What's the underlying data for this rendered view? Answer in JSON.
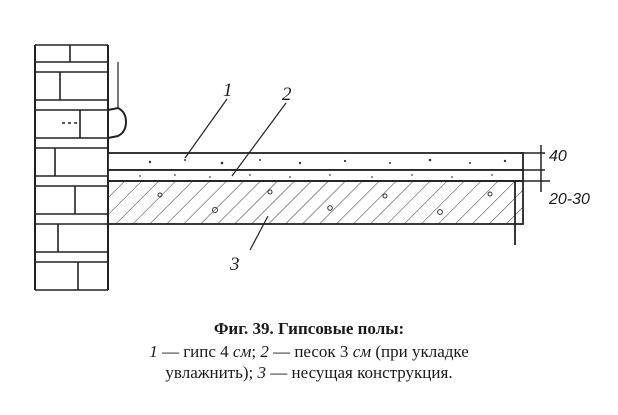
{
  "figure": {
    "labels": {
      "gypsum": "1",
      "sand": "2",
      "structure": "3"
    },
    "dimensions": {
      "top": "40",
      "bottom": "20-30"
    },
    "caption": {
      "title": "Фиг. 39. Гипсовые полы:",
      "items": [
        {
          "num": "1",
          "text": " — гипс 4 ",
          "unit": "см",
          "sep": "; "
        },
        {
          "num": "2",
          "text": " — песок 3 ",
          "unit": "см",
          "sep": "  (при  укладке"
        },
        {
          "cont": "увлажнить); "
        },
        {
          "num": "3",
          "text": " — несущая конструкция."
        }
      ]
    }
  }
}
